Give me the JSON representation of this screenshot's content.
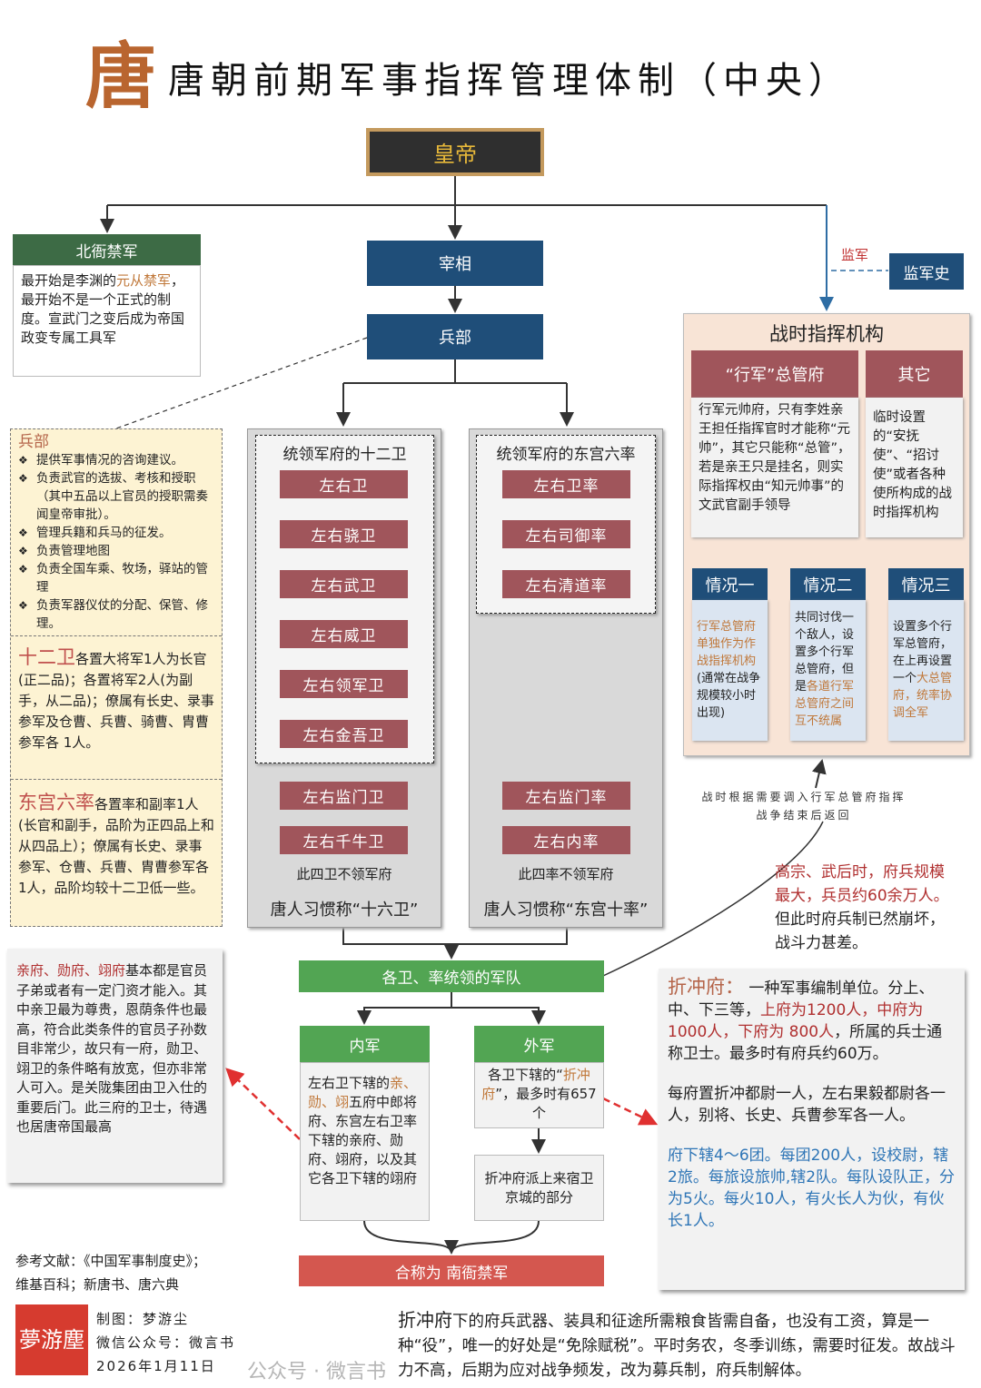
{
  "header": {
    "logo_char": "唐",
    "title": "唐朝前期军事指挥管理体制（中央）"
  },
  "emperor": "皇帝",
  "north": {
    "title": "北衙禁军",
    "body": [
      "最开始是李渊的",
      "元从禁军",
      "，最开始不是一个正式的制度。宣武门之变后成为帝国政变专属工具军"
    ]
  },
  "chancellor": "宰相",
  "ministry": "兵部",
  "supervisor": {
    "label": "监军",
    "box": "监军史"
  },
  "ministry_notes": {
    "title": "兵部",
    "items": [
      "提供军事情况的咨询建议。",
      "负责武官的选拔、考核和授职（其中五品以上官员的授职需奏闻皇帝审批）。",
      "管理兵籍和兵马的征发。",
      "负责管理地图",
      "负责全国车乘、牧场，驿站的管理",
      "负责军器仪仗的分配、保管、修理。"
    ],
    "twelve_title": "十二卫",
    "twelve_body": "各置大将军1人为长官(正二品)；各置将军2人(为副手，从二品)；僚属有长史、录事参军及仓曹、兵曹、骑曹、胄曹参军各 1人。",
    "six_title": "东宫六率",
    "six_body": "各置率和副率1人(长官和副手，品阶为正四品上和从四品上）；僚属有长史、录事参军、仓曹、兵曹、胄曹参军各1人，品阶均较十二卫低一些。"
  },
  "guards": {
    "title": "统领军府的十二卫",
    "items": [
      "左右卫",
      "左右骁卫",
      "左右武卫",
      "左右威卫",
      "左右领军卫",
      "左右金吾卫"
    ],
    "extra": [
      "左右监门卫",
      "左右千牛卫"
    ],
    "note": "此四卫不领军府",
    "footer": "唐人习惯称“十六卫”"
  },
  "eastern": {
    "title": "统领军府的东宫六率",
    "items": [
      "左右卫率",
      "左右司御率",
      "左右清道率"
    ],
    "extra": [
      "左右监门率",
      "左右内率"
    ],
    "note": "此四率不领军府",
    "footer": "唐人习惯称“东宫十率”"
  },
  "wartime": {
    "title": "战时指挥机构",
    "hq_title": "“行军”总管府",
    "hq_body": "行军元帅府，只有李姓亲王担任指挥官时才能称“元帅”，其它只能称“总管”，若是亲王只是挂名，则实际指挥权由“知元帅事”的文武官副手领导",
    "other_title": "其它",
    "other_body": "临时设置的“安抚使”、“招讨使”或者各种使所构成的战时指挥机构",
    "cases": [
      {
        "title": "情况一",
        "parts": [
          "行军总管府单独作为作战指挥机构",
          "(通常在战争规模较小时出现)"
        ]
      },
      {
        "title": "情况二",
        "parts": [
          "共同讨伐一个敌人，设置多个行军总管府，但是",
          "各道行军总管府之间互不统属"
        ]
      },
      {
        "title": "情况三",
        "parts": [
          "设置多个行军总管府，在上再设置一个",
          "大总管府，统率协调全军"
        ]
      }
    ],
    "caption1": "战时根据需要调入行军总管府指挥",
    "caption2": "战争结束后返回"
  },
  "peak_note": [
    "高宗、武后时，府兵规模最大，兵员约60余万人。",
    "但此时府兵制已然崩坏，战斗力甚差。"
  ],
  "armies": {
    "title": "各卫、率统领的军队",
    "inner_title": "内军",
    "inner_body": [
      "左右卫下辖的",
      "亲、勋、翊",
      "五府中郎将府、东宫左右卫率下辖的亲府、勋府、翊府，以及其它各卫下辖的翊府"
    ],
    "outer_title": "外军",
    "outer_body": [
      "各卫下辖的“",
      "折冲府",
      "”，最多时有657个"
    ],
    "outer_sub": "折冲府派上来宿卫京城的部分",
    "combined": "合称为 南衙禁军"
  },
  "left_note": [
    "亲府、勋府、翊府",
    "基本都是官员子弟或者有一定门资才能入。其中亲卫最为尊贵，恩荫条件也最高，符合此类条件的官员子孙数目非常少，故只有一府，勋卫、翊卫的条件略有放宽，但亦非常人可入。是关陇集团由卫入仕的重要后门。此三府的卫士，待遇也居唐帝国最高"
  ],
  "zhechong": {
    "label": "折冲府：",
    "p1a": " 一种军事编制单位。分上、中、下三等，",
    "p1b": "上府为1200人，中府为1000人，下府为 800人",
    "p1c": "，所属的兵士通称卫士。最多时有府兵约60万。",
    "p2": "每府置折冲都尉一人，左右果毅都尉各一人，别将、长史、兵曹参军各一人。",
    "p3": "府下辖4～6团。每团200人，设校尉，辖2旅。每旅设旅帅,辖2队。每队设队正，分为5火。每火10人，有火长人为伙，有伙长1人。"
  },
  "bottom": {
    "lead": "折冲府",
    "text": "下的府兵武器、装具和征途所需粮食皆需自备，也没有工资，算是一种“役”，唯一的好处是“免除赋税”。平时务农，冬季训练，需要时征发。故战斗力不高，后期为应对战争频发，改为募兵制，府兵制解体。"
  },
  "refs": {
    "line1": "参考文献：《中国军事制度史》；",
    "line2": "维基百科；新唐书、唐六典"
  },
  "credits": {
    "seal": "夢游塵",
    "author": "制图：梦游尘",
    "wechat": "微信公众号：微言书",
    "date": "2026年1月11日"
  },
  "watermark": "公众号 · 微言书"
}
